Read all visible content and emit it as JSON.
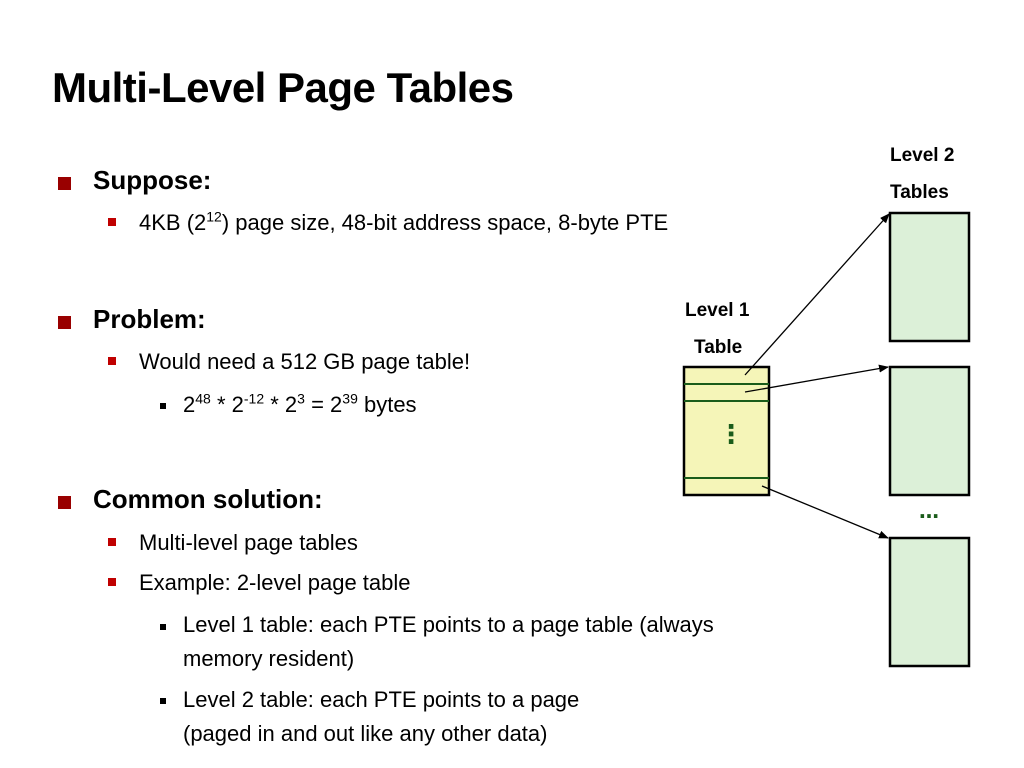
{
  "title": "Multi-Level Page Tables",
  "suppose": {
    "heading": "Suppose:",
    "detail": {
      "pre": "4KB (2",
      "exp": "12",
      "post": ") page size, 48-bit address space, 8-byte PTE"
    }
  },
  "problem": {
    "heading": "Problem:",
    "detail": "Would need a 512 GB page table!",
    "math": {
      "a_base": "2",
      "a_exp": "48",
      "op1": " * ",
      "b_base": "2",
      "b_exp": "-12",
      "op2": " * ",
      "c_base": "2",
      "c_exp": "3",
      "eq": " = ",
      "d_base": "2",
      "d_exp": "39",
      "unit": " bytes"
    }
  },
  "solution": {
    "heading": "Common solution:",
    "item1": "Multi-level page tables",
    "item2": "Example: 2-level page table",
    "sub1_line1": "Level 1 table: each PTE points to a page table (always",
    "sub1_line2": "memory resident)",
    "sub2_line1": "Level 2 table: each PTE points to a page",
    "sub2_line2": "(paged in and out like any other data)"
  },
  "diagram": {
    "level1_line1": "Level 1",
    "level1_line2": "Table",
    "level2_line1": "Level 2",
    "level2_line2": "Tables",
    "level1_ellipsis": "⋮",
    "level2_ellipsis": "…",
    "colors": {
      "level1_fill": "#f5f5b8",
      "level2_fill": "#dcf0d8",
      "entry_line": "#1a5c1a",
      "bullet_l1": "#990000",
      "bullet_l2": "#c00000"
    }
  }
}
